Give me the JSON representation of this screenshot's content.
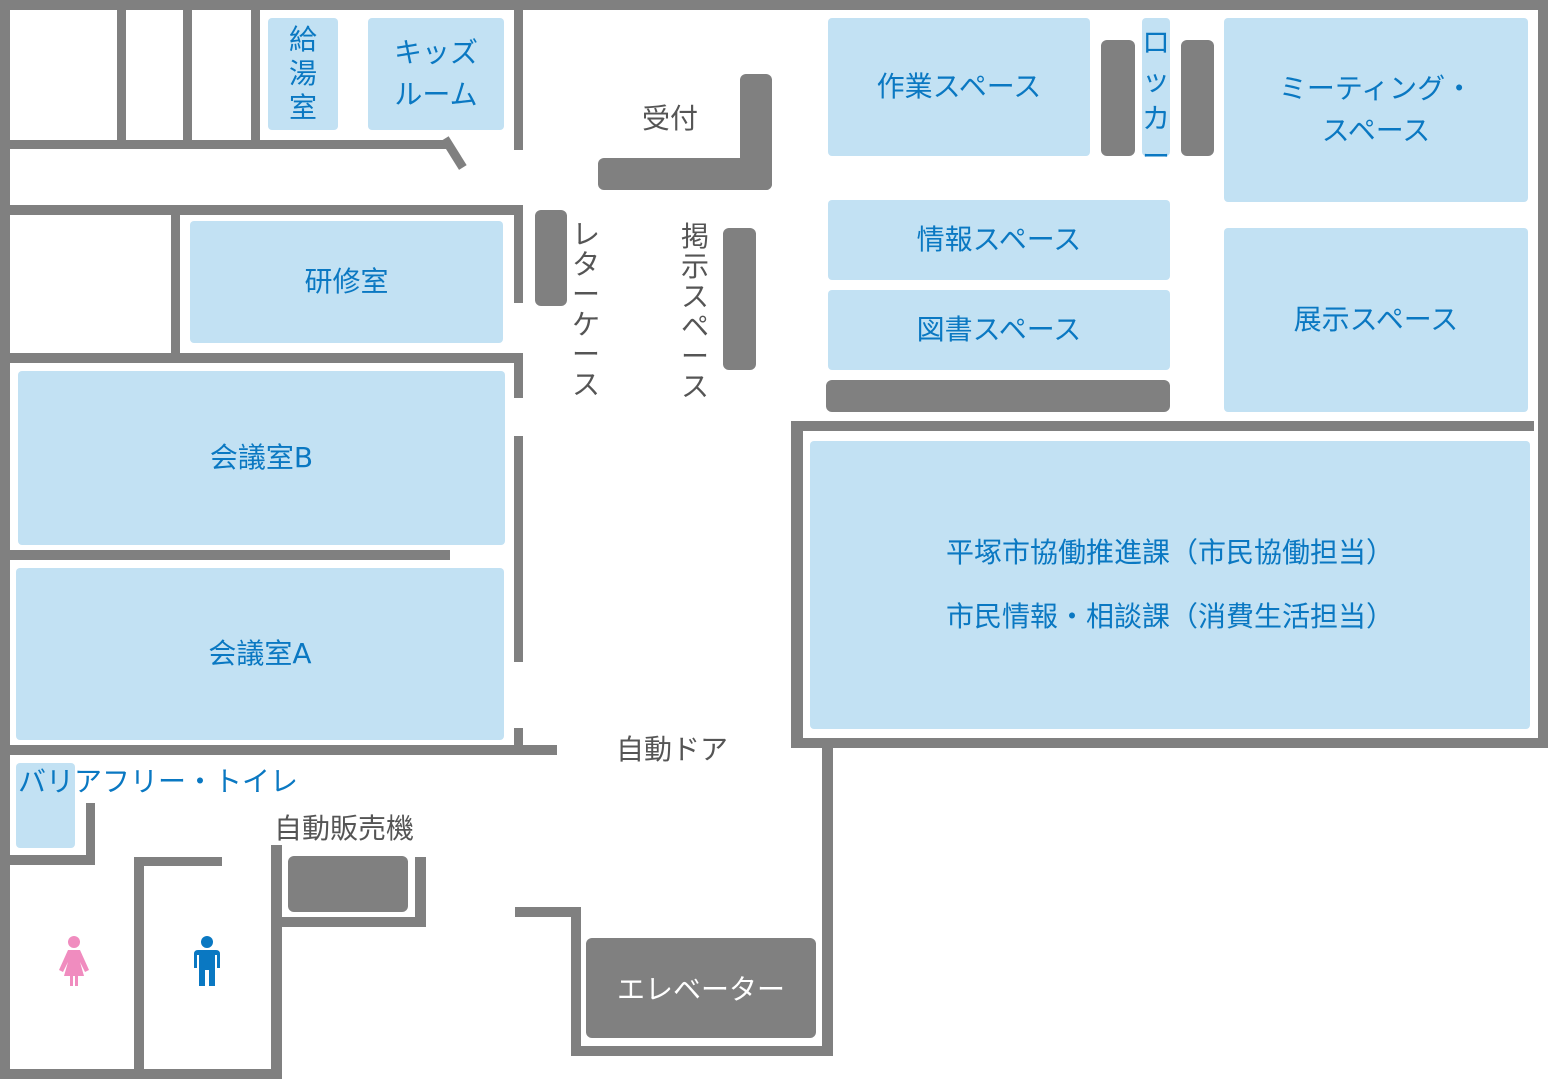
{
  "rooms": {
    "kyutoshitsu": "給湯室",
    "kids_room": [
      "キッズ",
      "ルーム"
    ],
    "kenshushitsu": "研修室",
    "kaigishitsu_b": "会議室B",
    "kaigishitsu_a": "会議室A",
    "barrier_free_toilet": "バリアフリー・トイレ",
    "sagyo_space": "作業スペース",
    "locker": "ロッカー",
    "meeting_space": [
      "ミーティング・",
      "スペース"
    ],
    "joho_space": "情報スペース",
    "tosho_space": "図書スペース",
    "tenji_space": "展示スペース",
    "office": [
      "平塚市協働推進課（市民協働担当）",
      "市民情報・相談課（消費生活担当）"
    ]
  },
  "labels": {
    "uketsuke": "受付",
    "letter_case": "レターケース",
    "keiji_space": "掲示スペース",
    "auto_door": "自動ドア",
    "vending": "自動販売機",
    "elevator": "エレベーター"
  },
  "icons": {
    "female_toilet": "female-person-icon",
    "male_toilet": "male-person-icon"
  },
  "colors": {
    "room_fill": "#c2e1f3",
    "room_text": "#0a78c2",
    "wall": "#808080",
    "female": "#f08cbf",
    "male": "#0a78c2"
  }
}
